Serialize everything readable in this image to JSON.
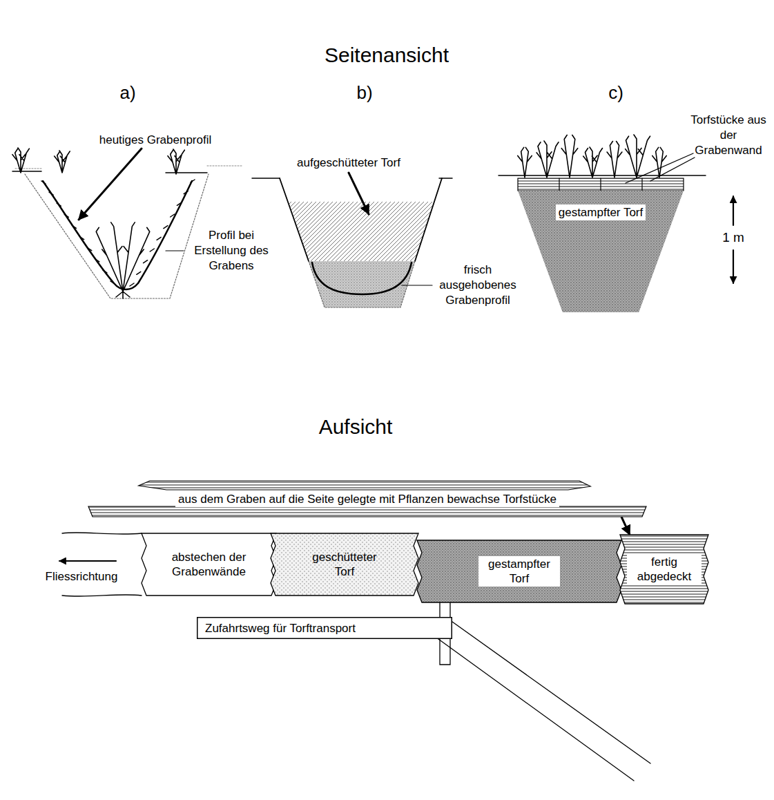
{
  "diagram": {
    "nodes": [
      {
        "text": [
          "gestampfter Torf"
        ]
      },
      {
        "text": [
          "aus dem Graben auf die Seite gelegte mit Pflanzen bewachse Torfstücke"
        ]
      },
      {
        "text": [
          "abstechen der Grabenwände"
        ]
      },
      {
        "text": [
          "geschütteter Torf"
        ]
      },
      {
        "text": [
          "gestampfter Torf"
        ]
      },
      {
        "text": [
          "fertig abgedeckt"
        ]
      },
      {
        "text": [
          "Zufahrtsweg für Torftransport"
        ]
      }
    ],
    "edges": [
      {
        "from": 1,
        "to": 5,
        "arrow": "to"
      }
    ],
    "labels": [
      "Seitenansicht",
      "a)",
      "b)",
      "c)",
      "heutiges Grabenprofil",
      "Profil bei Erstellung des Grabens",
      "aufgeschütteter Torf",
      "frisch ausgehobenes Grabenprofil",
      "Torfstücke aus der Grabenwand",
      "1 m",
      "Aufsicht",
      "Fliessrichtung"
    ]
  }
}
